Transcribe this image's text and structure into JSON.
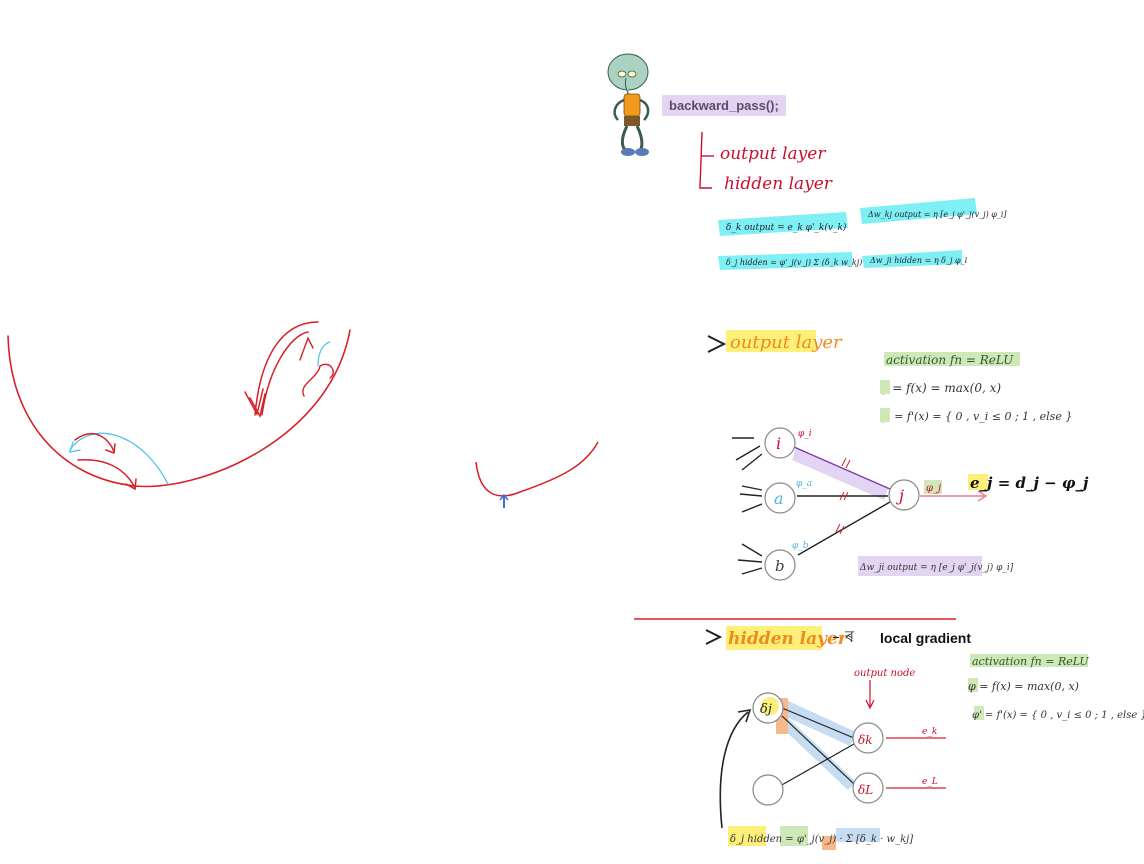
{
  "canvas": {
    "code_label": "backward_pass();",
    "branches": [
      "output layer",
      "hidden layer"
    ],
    "formulas_top": {
      "delta_output": "δ_k output = e_k φ'_k(v_k)",
      "dw_output": "Δw_kj output = η [e_j φ'_j(v_j) φ_i]",
      "delta_hidden": "δ_j hidden = φ'_j(v_j) Σ (δ_k w_kj)",
      "dw_hidden": "Δw_ji hidden = η δ_j φ_i"
    },
    "output_section": {
      "heading": "output layer",
      "activation": "activation fn = ReLU",
      "f": "φ = f(x) = max(0, x)",
      "f_prime": "φ' = f'(x) = { 0 , v_i ≤ 0 ; 1 , else }",
      "error": "e_j = d_j − φ_j",
      "nodes": [
        "i",
        "a",
        "b",
        "j"
      ],
      "node_labels": [
        "φ_i",
        "φ_a",
        "φ_b"
      ],
      "phi_j": "φ_j",
      "dw_formula": "Δw_ji output = η [e_j φ'_j(v_j) φ_i]"
    },
    "hidden_section": {
      "heading": "hidden layer",
      "note": "local gradient",
      "activation": "activation fn = ReLU",
      "f": "φ = f(x) = max(0, x)",
      "f_prime": "φ' = f'(x) = { 0 , v_i ≤ 0 ; 1 , else }",
      "output_node_label": "output node",
      "nodes": [
        "δj",
        "δk",
        "δL"
      ],
      "errors": [
        "e_k",
        "e_L"
      ],
      "formula": "δ_j hidden = φ'_j(v_j) · Σ [δ_k · w_kj]"
    },
    "character_icon": "squidward-character-icon",
    "colors": {
      "ink_red": "#d8202a",
      "highlight_cyan": "#7ef0f4",
      "highlight_yellow": "#fdf07a",
      "highlight_green": "#cfe8b8",
      "highlight_purple": "#e4d4f4",
      "highlight_blue": "#c6dcf2",
      "highlight_orange": "#f7b98a"
    }
  }
}
